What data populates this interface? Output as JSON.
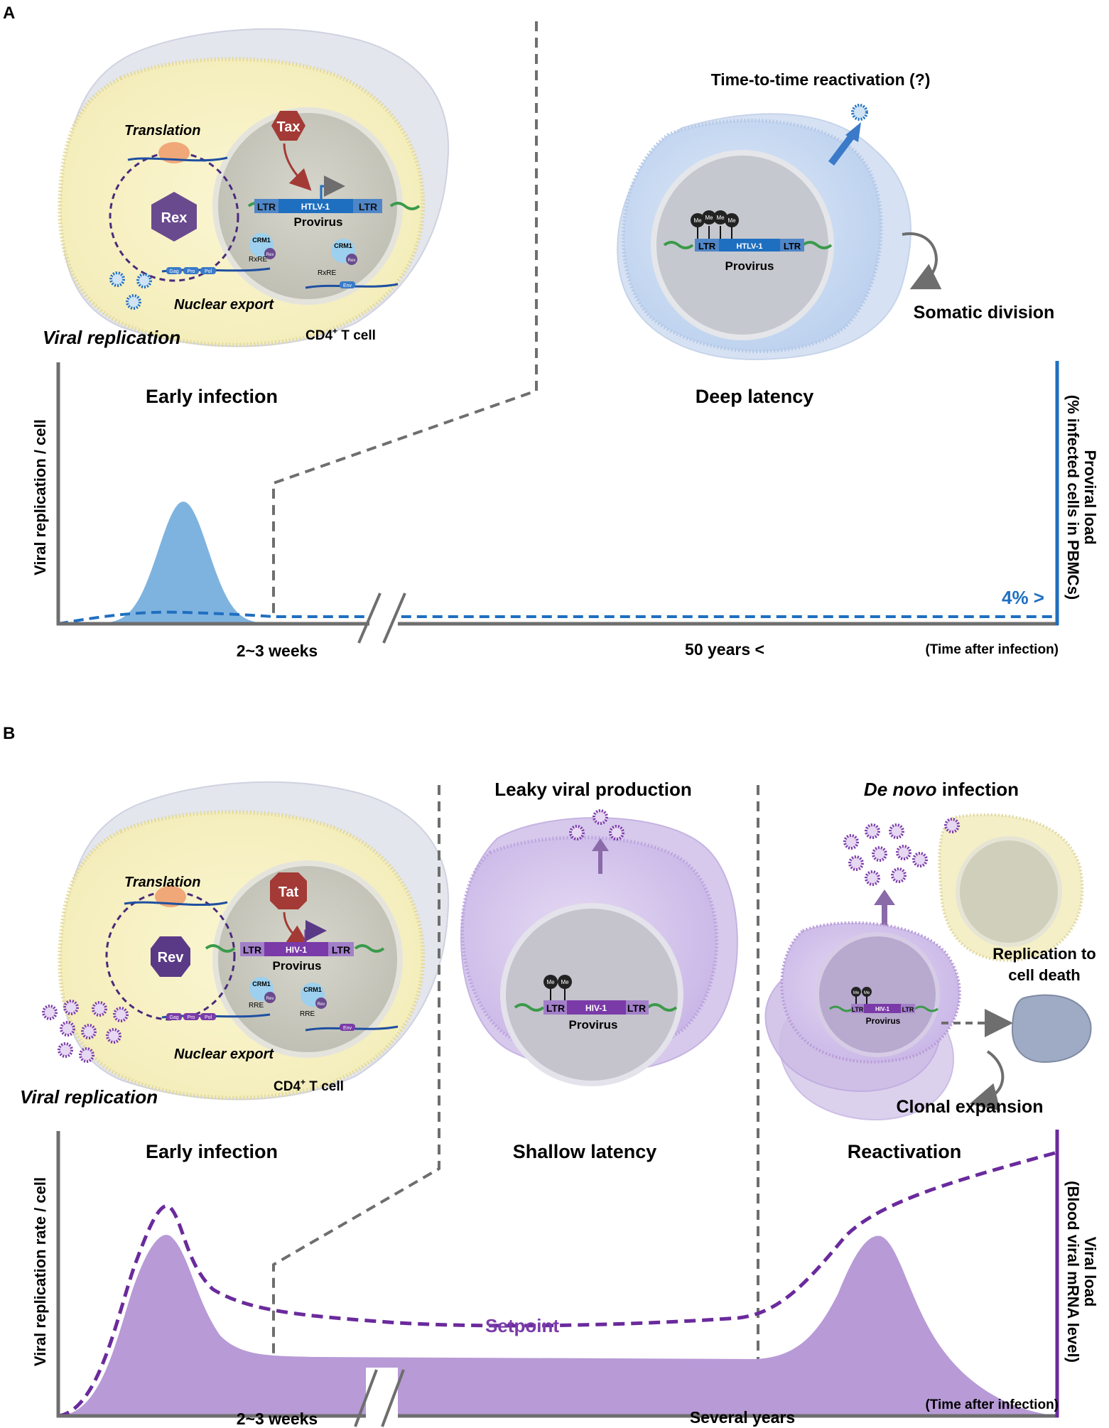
{
  "panelA": {
    "label": "A",
    "cell": {
      "translation": "Translation",
      "regulator": "Rex",
      "activator": "Tax",
      "ltr_left": "LTR",
      "virus_name": "HTLV-1",
      "ltr_right": "LTR",
      "provirus": "Provirus",
      "crm1_1": "CRM1",
      "crm1_2": "CRM1",
      "rex_small_1": "Rex",
      "rex_small_2": "Rex",
      "rxre_1": "RxRE",
      "rxre_2": "RxRE",
      "gag": "Gag",
      "pro": "Pro",
      "pol": "Pol",
      "env": "Env",
      "nuclear_export": "Nuclear export",
      "viral_replication": "Viral replication",
      "cell_type": "CD4",
      "cell_type_sup": "+",
      "cell_type_tail": " T cell"
    },
    "latent_cell": {
      "reactivation_label": "Time-to-time reactivation (?)",
      "me_marks": [
        "Me",
        "Me",
        "Me",
        "Me"
      ],
      "ltr_left": "LTR",
      "virus_name": "HTLV-1",
      "ltr_right": "LTR",
      "provirus": "Provirus",
      "somatic_division": "Somatic division"
    },
    "phase_early": "Early infection",
    "phase_latency": "Deep latency",
    "y_left": "Viral replication / cell",
    "y_right_1": "Proviral load",
    "y_right_2": "(% infected cells in PBMCs)",
    "x_tick_1": "2~3 weeks",
    "x_tick_2": "50 years <",
    "x_title": "(Time after infection)",
    "load_annotation": "4% >"
  },
  "panelB": {
    "label": "B",
    "cell": {
      "translation": "Translation",
      "regulator": "Rev",
      "activator": "Tat",
      "ltr_left": "LTR",
      "virus_name": "HIV-1",
      "ltr_right": "LTR",
      "provirus": "Provirus",
      "crm1_1": "CRM1",
      "crm1_2": "CRM1",
      "rev_small_1": "Rev",
      "rev_small_2": "Rev",
      "rre_1": "RRE",
      "rre_2": "RRE",
      "gag": "Gag",
      "pro": "Pro",
      "pol": "Pol",
      "env": "Env",
      "nuclear_export": "Nuclear export",
      "viral_replication": "Viral replication",
      "cell_type": "CD4",
      "cell_type_sup": "+",
      "cell_type_tail": " T cell"
    },
    "shallow_cell": {
      "leaky_label": "Leaky viral production",
      "me_marks": [
        "Me",
        "Me"
      ],
      "ltr_left": "LTR",
      "virus_name": "HIV-1",
      "ltr_right": "LTR",
      "provirus": "Provirus"
    },
    "reactivated_cell": {
      "de_novo_italic": "De novo",
      "de_novo_tail": " infection",
      "me_marks": [
        "Me",
        "Me"
      ],
      "ltr_left": "LTR",
      "virus_name": "HIV-1",
      "ltr_right": "LTR",
      "provirus": "Provirus",
      "replication_death_1": "Replication to",
      "replication_death_2": "cell death",
      "clonal_expansion": "Clonal expansion"
    },
    "phase_early": "Early infection",
    "phase_shallow": "Shallow latency",
    "phase_reactivation": "Reactivation",
    "y_left": "Viral replication rate / cell",
    "y_right_1": "Viral load",
    "y_right_2": "(Blood viral mRNA level)",
    "setpoint": "Setpoint",
    "x_tick_1": "2~3 weeks",
    "x_tick_2": "Several years",
    "x_title": "(Time after infection)"
  },
  "colors": {
    "htlv_blue": "#1f6fc0",
    "htlv_fill": "#7eb3e0",
    "hiv_purple": "#6a2a9c",
    "hiv_fill": "#b79ad6",
    "tax_red": "#a33a36",
    "rex_purple": "#6a4a8e",
    "axis_gray": "#6e6e6e"
  }
}
